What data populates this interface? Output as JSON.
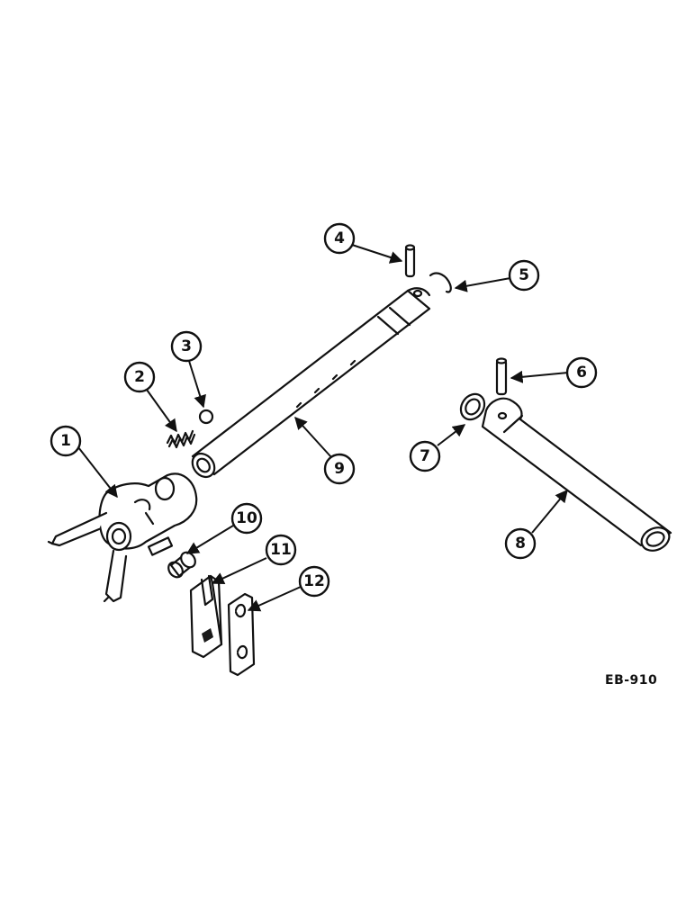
{
  "drawing": {
    "reference": "EB-910",
    "callouts": [
      {
        "id": "1",
        "label": "1"
      },
      {
        "id": "2",
        "label": "2"
      },
      {
        "id": "3",
        "label": "3"
      },
      {
        "id": "4",
        "label": "4"
      },
      {
        "id": "5",
        "label": "5"
      },
      {
        "id": "6",
        "label": "6"
      },
      {
        "id": "7",
        "label": "7"
      },
      {
        "id": "8",
        "label": "8"
      },
      {
        "id": "9",
        "label": "9"
      },
      {
        "id": "10",
        "label": "10"
      },
      {
        "id": "11",
        "label": "11"
      },
      {
        "id": "12",
        "label": "12"
      }
    ]
  },
  "colors": {
    "ink": "#111111",
    "background": "#ffffff"
  }
}
